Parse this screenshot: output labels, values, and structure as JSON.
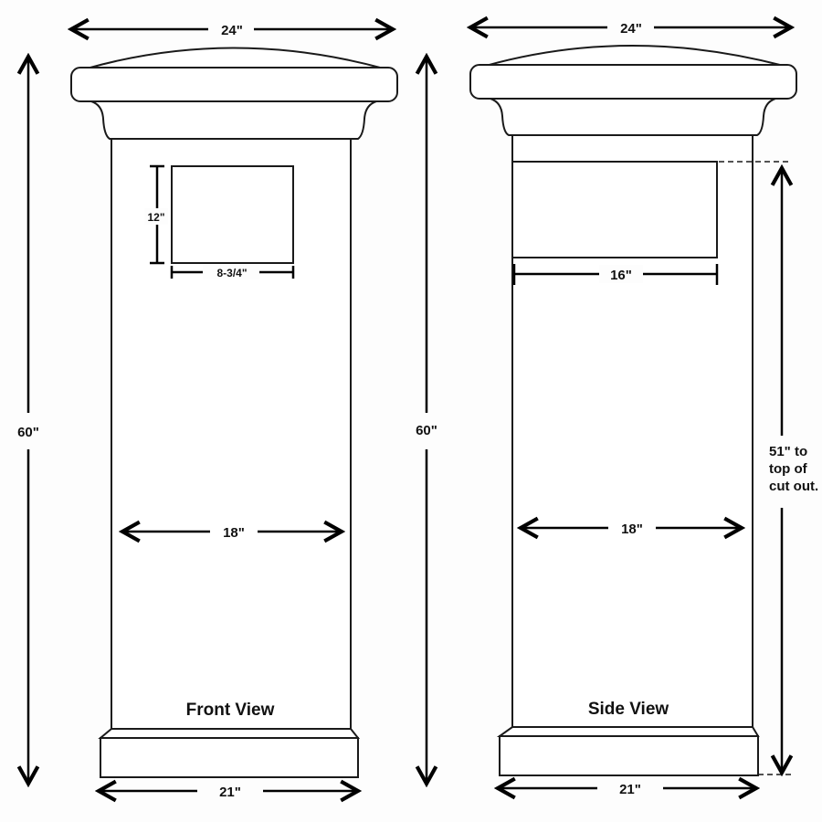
{
  "diagram": {
    "type": "dimensioned-elevation-drawing",
    "subject": "pillar / column mailbox",
    "colors": {
      "line": "#1a1a1a",
      "background": "#ffffff"
    }
  },
  "front_view": {
    "title": "Front View",
    "dims": {
      "cap_width": "24\"",
      "overall_height": "60\"",
      "body_width": "18\"",
      "base_width": "21\"",
      "opening_height": "12\"",
      "opening_width": "8-3/4\""
    }
  },
  "side_view": {
    "title": "Side View",
    "dims": {
      "cap_width": "24\"",
      "overall_height": "60\"",
      "body_width": "18\"",
      "base_width": "21\"",
      "cutout_width": "16\"",
      "cutout_height_note": [
        "51\" to",
        "top of",
        "cut out."
      ]
    }
  }
}
